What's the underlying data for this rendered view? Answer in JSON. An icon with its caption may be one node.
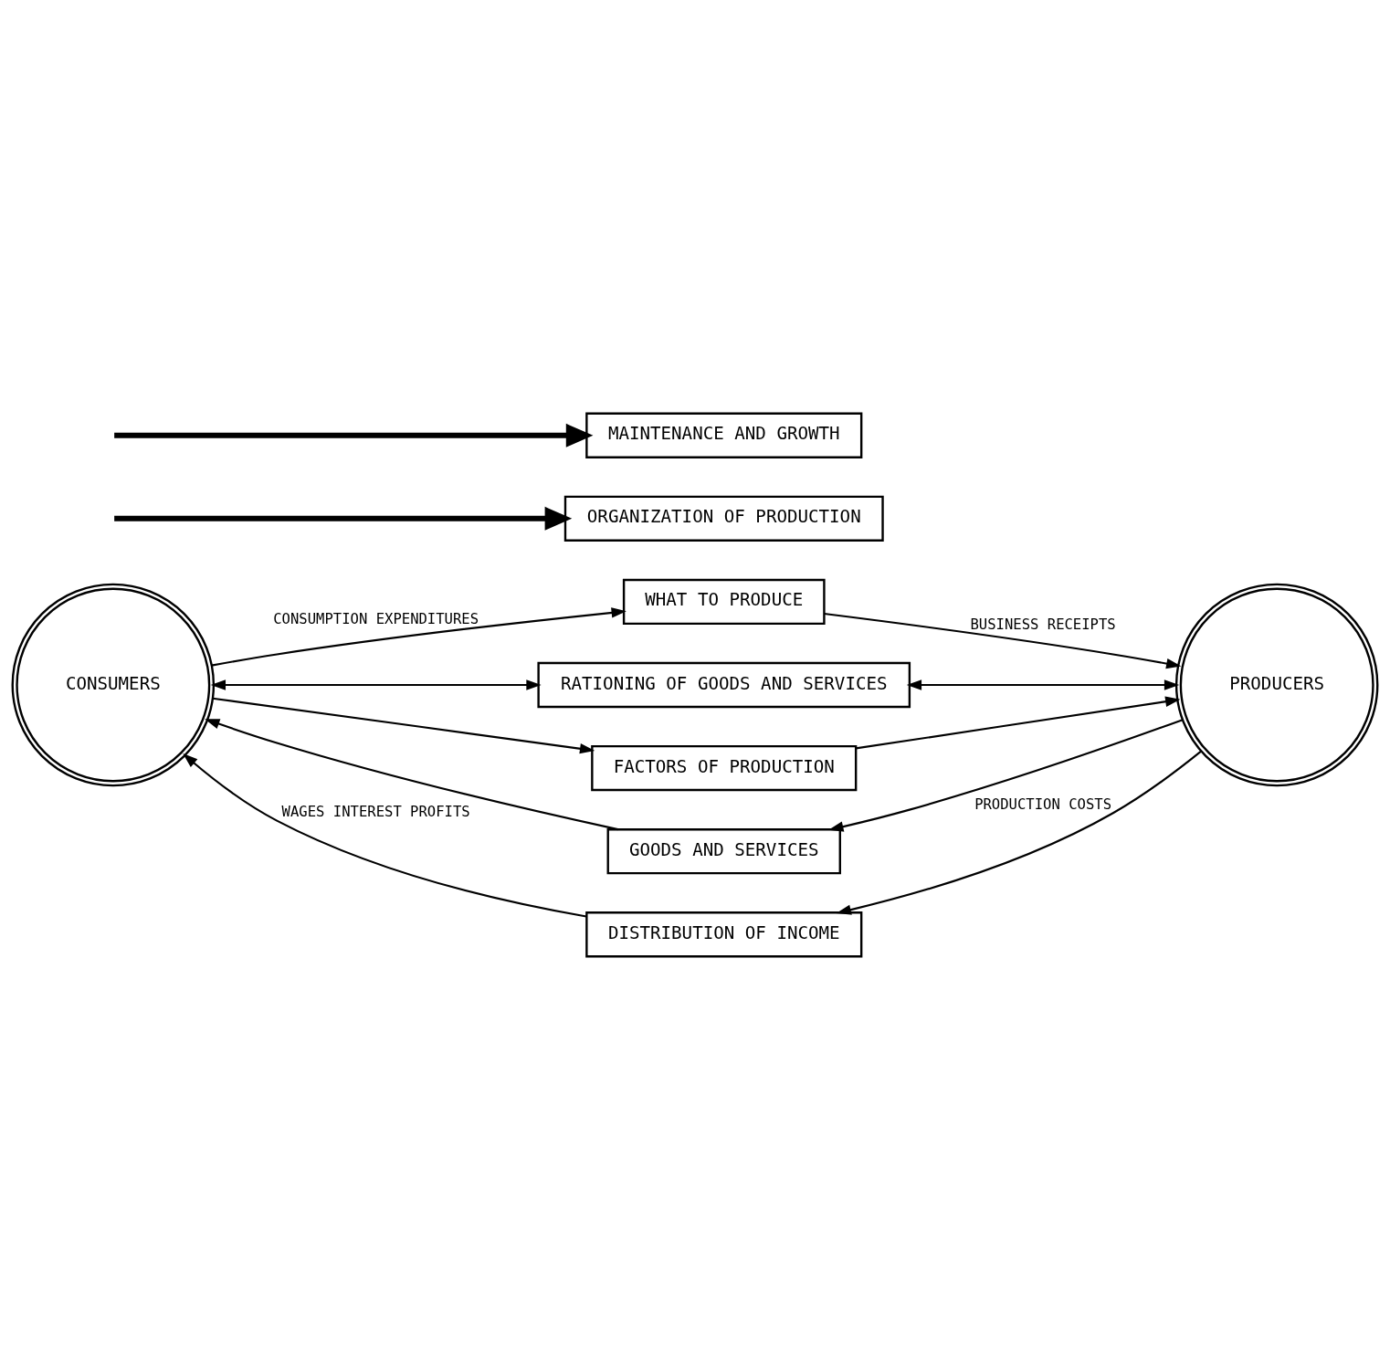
{
  "diagram": {
    "nodes": [
      {
        "text": [
          "CONSUMERS"
        ]
      },
      {
        "text": [
          "WHAT TO PRODUCE"
        ]
      },
      {
        "text": [
          "GOODS AND SERVICES"
        ]
      },
      {
        "text": [
          "RATIONING OF GOODS AND SERVICES"
        ]
      },
      {
        "text": [
          "FACTORS OF PRODUCTION"
        ]
      },
      {
        "text": [
          "DISTRIBUTION OF INCOME"
        ]
      },
      {
        "text": [
          "PRODUCERS"
        ]
      },
      {
        "text": [
          "ORGANIZATION OF PRODUCTION"
        ]
      },
      {
        "text": [
          "MAINTENANCE AND GROWTH"
        ]
      }
    ],
    "edges": [
      {
        "from": 0,
        "to": 1,
        "arrow": "to",
        "label": "CONSUMPTION EXPENDITURES"
      },
      {
        "from": 1,
        "to": 6,
        "arrow": "to",
        "label": "BUSINESS RECEIPTS"
      },
      {
        "from": 6,
        "to": 2,
        "arrow": "to"
      },
      {
        "from": 2,
        "to": 0,
        "arrow": "to"
      },
      {
        "from": 0,
        "to": 3,
        "arrow": "both"
      },
      {
        "from": 3,
        "to": 6,
        "arrow": "both"
      },
      {
        "from": 0,
        "to": 4,
        "arrow": "to"
      },
      {
        "from": 4,
        "to": 6,
        "arrow": "to"
      },
      {
        "from": 6,
        "to": 5,
        "arrow": "to",
        "label": "PRODUCTION COSTS"
      },
      {
        "from": 5,
        "to": 0,
        "arrow": "to",
        "label": "WAGES INTEREST PROFITS"
      },
      {
        "from": null,
        "to": 7,
        "arrow": "to",
        "style": "thick"
      },
      {
        "from": null,
        "to": 8,
        "arrow": "to",
        "style": "thick"
      }
    ]
  }
}
